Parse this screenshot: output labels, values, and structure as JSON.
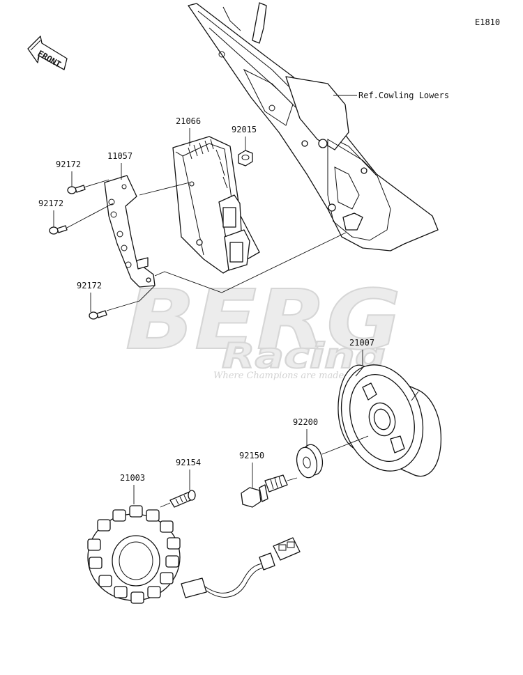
{
  "diagram_code": "E1810",
  "direction_label": "FRONT",
  "reference_note": "Ref.Cowling Lowers",
  "watermark": {
    "brand": "BERG",
    "sub": "Racing",
    "tagline": "Where Champions are made"
  },
  "parts": {
    "p21066": "21066",
    "p92015": "92015",
    "p11057": "11057",
    "p92172_a": "92172",
    "p92172_b": "92172",
    "p92172_c": "92172",
    "p21007": "21007",
    "p92200": "92200",
    "p92150": "92150",
    "p92154": "92154",
    "p21003": "21003"
  },
  "colors": {
    "line": "#111111",
    "watermark": "#d6d6d6",
    "background": "#ffffff"
  }
}
